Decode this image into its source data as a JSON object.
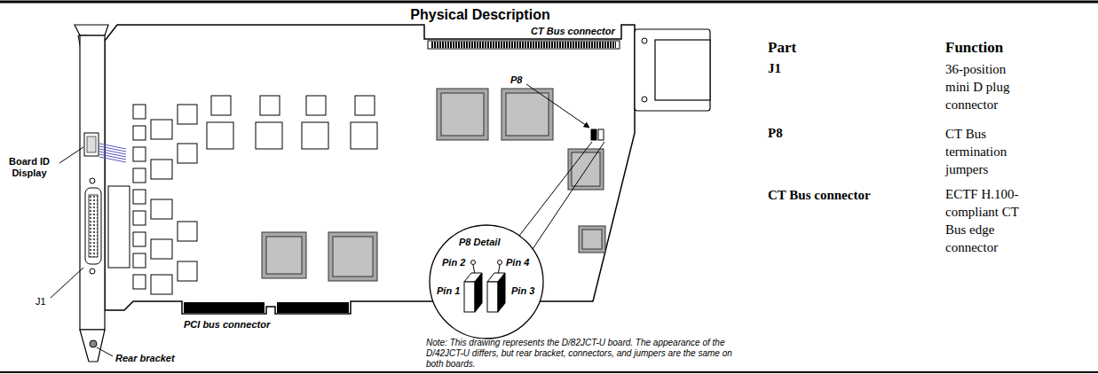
{
  "diagram": {
    "title": "Physical Description",
    "labels": [
      "P8",
      "CT Bus connector",
      "Board ID Display",
      "P8 Detail",
      "Pin 2",
      "Pin 4",
      "Pin 1",
      "Pin 3",
      "J1",
      "PCI bus connector",
      "Rear bracket",
      "Note: This drawing represents the D/82JCT-U board. The appearance of the D/42JCT-U differs, but rear bracket, connectors, and jumpers are the same on both boards.",
      "Part",
      "Function",
      "J1",
      "36-position mini D plug connector",
      "P8",
      "CT Bus termination jumpers",
      "CT Bus connector",
      "ECTF H.100-compliant CT Bus edge connector"
    ]
  }
}
